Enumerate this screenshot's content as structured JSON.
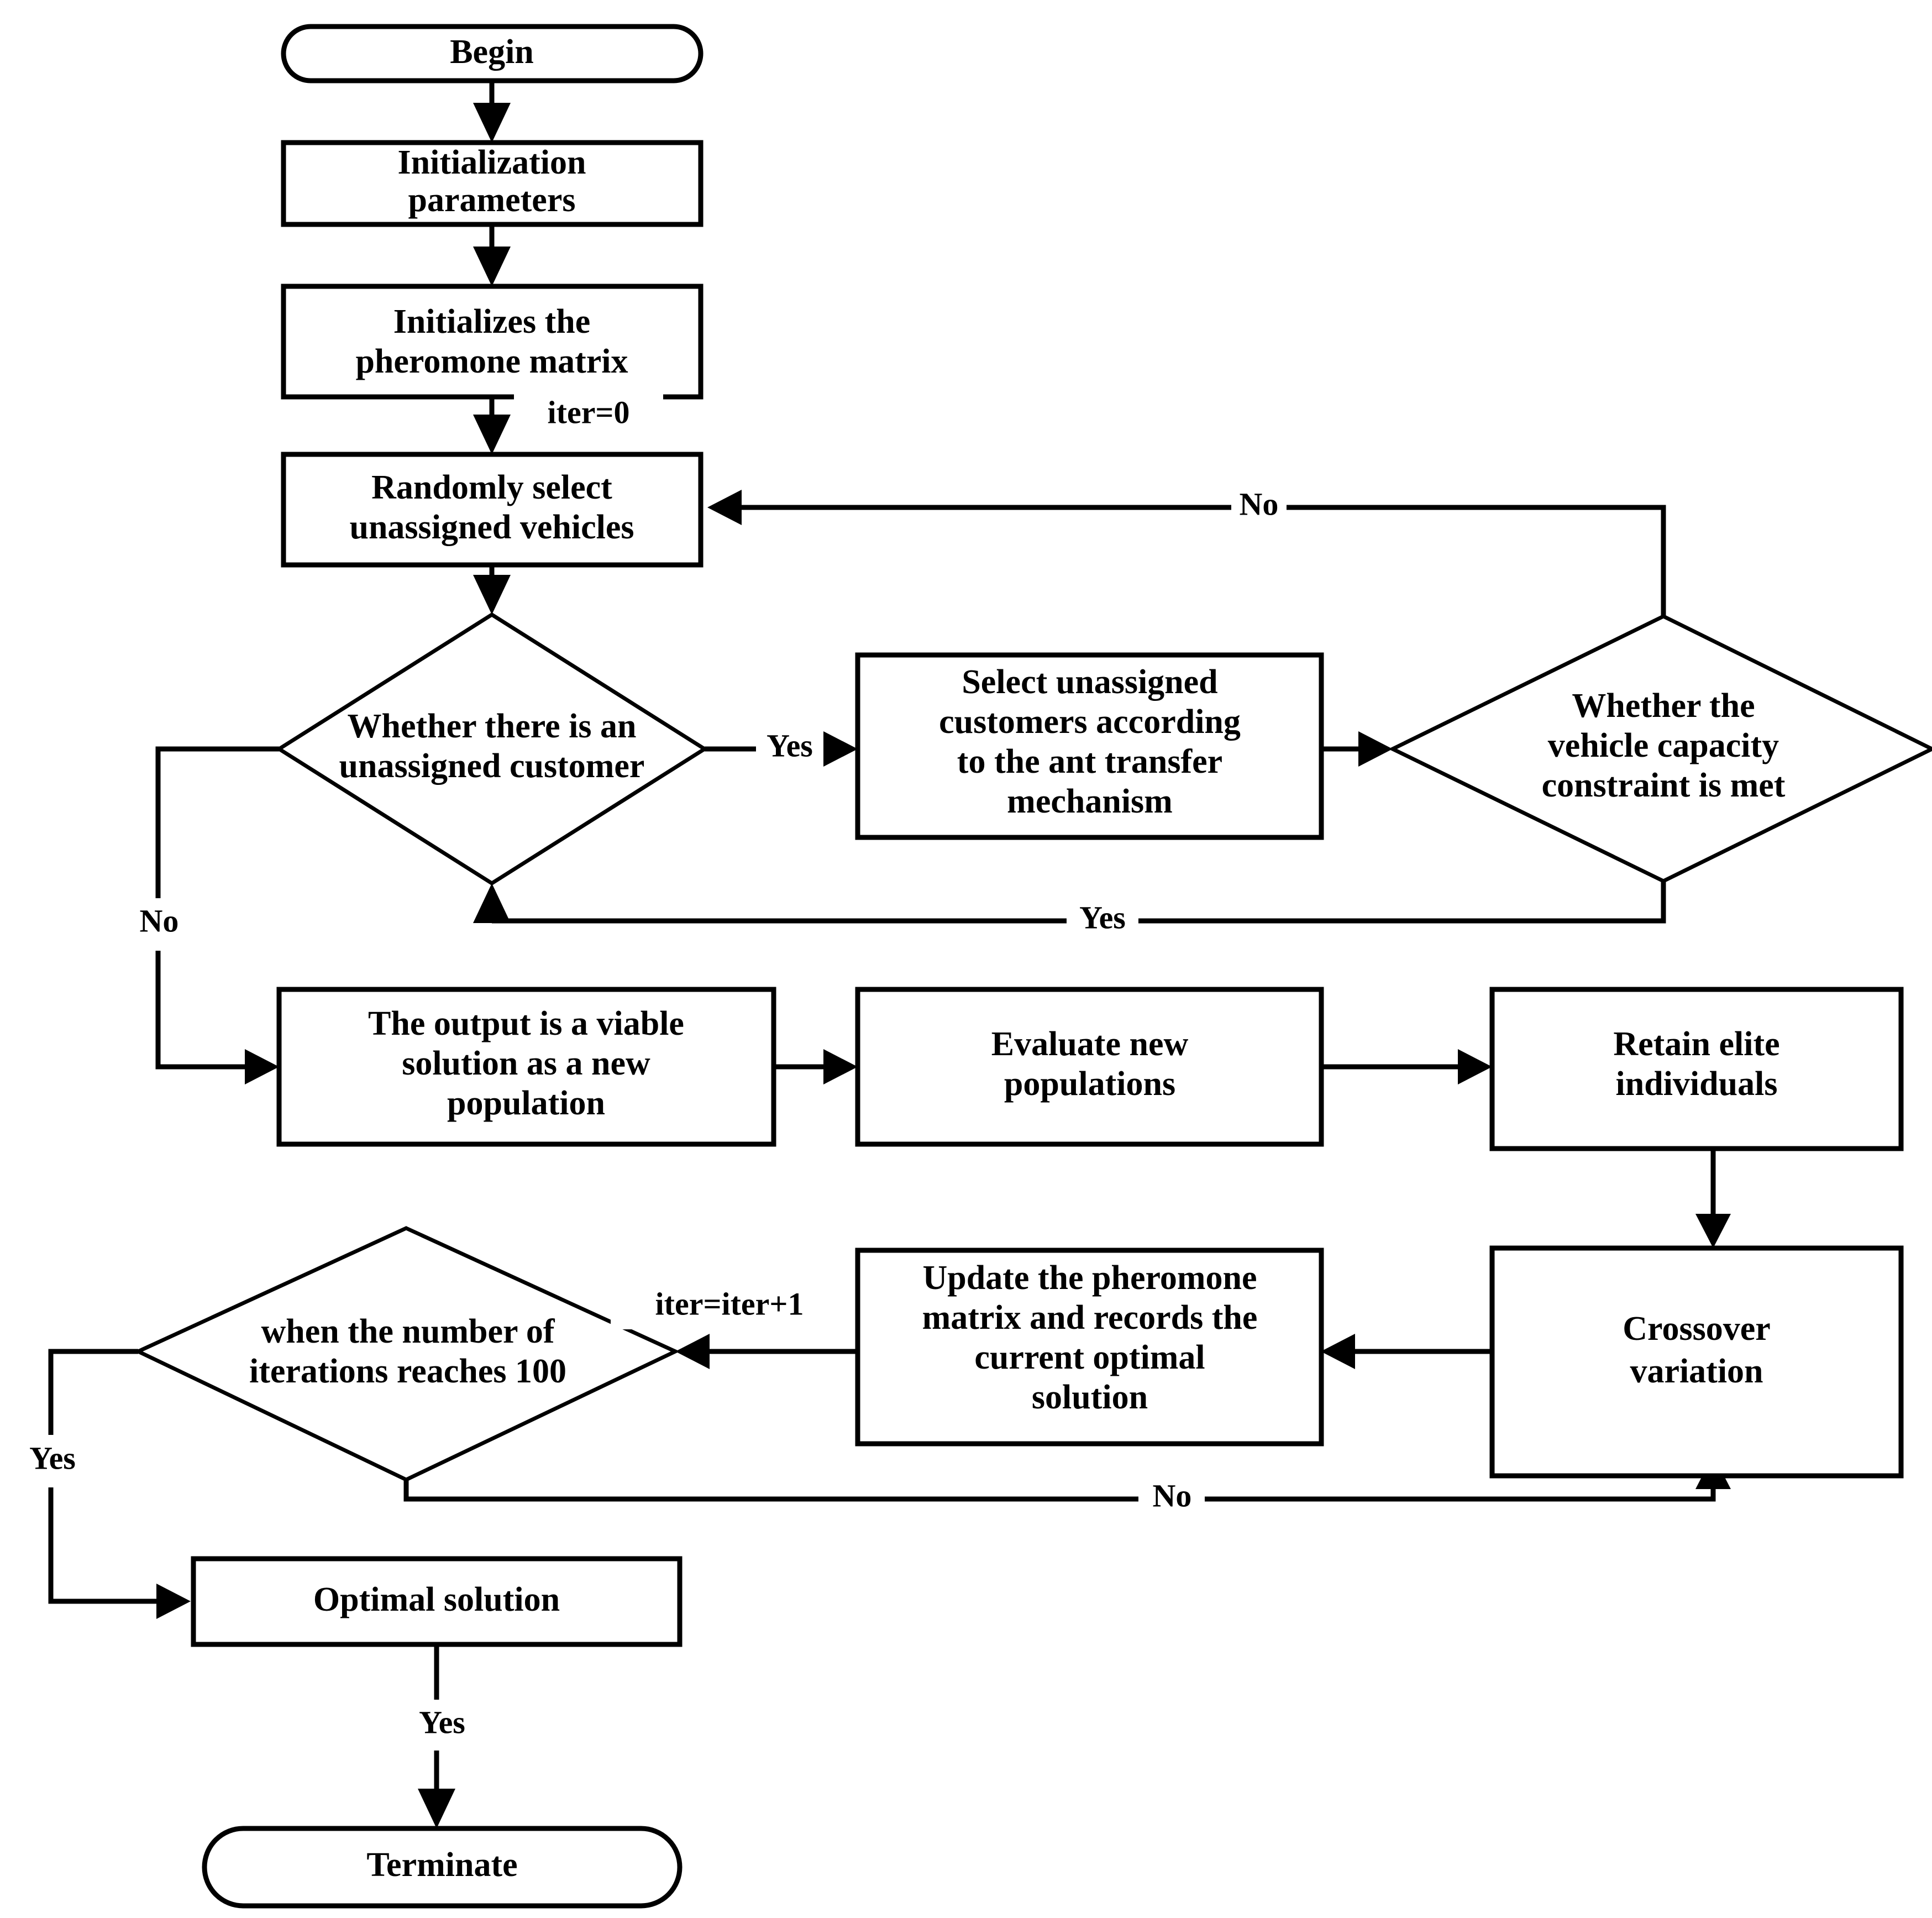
{
  "diagram": {
    "title": "Hybrid ant colony / genetic algorithm flowchart",
    "line_color": "#000000",
    "fill_color": "#ffffff",
    "nodes": {
      "begin": {
        "label": "Begin",
        "shape": "terminator"
      },
      "init_params": {
        "label_line1": "Initialization",
        "label_line2": "parameters",
        "shape": "process"
      },
      "init_pheromone": {
        "label_line1": "Initializes the",
        "label_line2": "pheromone matrix",
        "shape": "process"
      },
      "random_select": {
        "label_line1": "Randomly select",
        "label_line2": "unassigned vehicles",
        "shape": "process"
      },
      "decide_customer": {
        "label_line1": "Whether there is an",
        "label_line2": "unassigned customer",
        "shape": "decision"
      },
      "select_customers": {
        "label_line1": "Select unassigned",
        "label_line2": "customers according",
        "label_line3": "to the ant transfer",
        "label_line4": "mechanism",
        "shape": "process"
      },
      "decide_capacity": {
        "label_line1": "Whether the",
        "label_line2": "vehicle capacity",
        "label_line3": "constraint is met",
        "shape": "decision"
      },
      "output_population": {
        "label_line1": "The output is a viable",
        "label_line2": "solution as a new",
        "label_line3": "population",
        "shape": "process"
      },
      "evaluate_population": {
        "label_line1": "Evaluate new",
        "label_line2": "populations",
        "shape": "process"
      },
      "retain_elite": {
        "label_line1": "Retain elite",
        "label_line2": "individuals",
        "shape": "process"
      },
      "crossover": {
        "label_line1": "Crossover",
        "label_line2": "variation",
        "shape": "process"
      },
      "update_pheromone": {
        "label_line1": "Update the pheromone",
        "label_line2": "matrix and records the",
        "label_line3": "current optimal",
        "label_line4": "solution",
        "shape": "process"
      },
      "decide_iterations": {
        "label_line1": "when the number of",
        "label_line2": "iterations reaches 100",
        "shape": "decision"
      },
      "optimal_solution": {
        "label": "Optimal solution",
        "shape": "process"
      },
      "terminate": {
        "label": "Terminate",
        "shape": "terminator"
      }
    },
    "edge_labels": {
      "iter_zero": "iter=0",
      "customer_no": "No",
      "customer_yes": "Yes",
      "capacity_yes": "Yes",
      "capacity_no": "No",
      "iterations_yes": "Yes",
      "iterations_no": "No",
      "iter_increment": "iter=iter+1",
      "optimal_yes": "Yes"
    }
  }
}
